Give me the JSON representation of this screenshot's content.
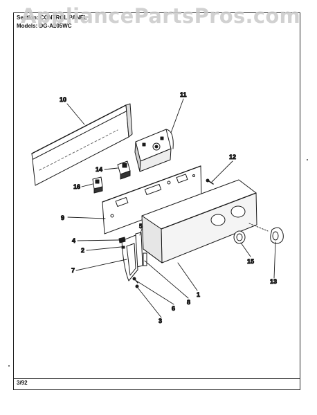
{
  "header": {
    "section_label": "Section:",
    "section_value": "CONTROL PANEL",
    "models_label": "Models:",
    "models_value": "DG-A205WC"
  },
  "watermark": "AppliancePartsPros.com",
  "footer": {
    "date": "3/92"
  },
  "callouts": [
    "10",
    "11",
    "12",
    "14",
    "16",
    "9",
    "5",
    "4",
    "2",
    "7",
    "8",
    "1",
    "6",
    "3",
    "15",
    "13"
  ]
}
